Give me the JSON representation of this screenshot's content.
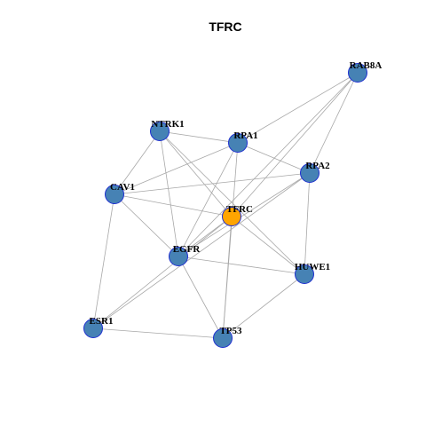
{
  "title": "TFRC",
  "colors": {
    "node_fill": "#4682b4",
    "hub_fill": "#ffa500",
    "node_stroke": "#1f2fd0",
    "edge": "#a8a8a8"
  },
  "nodes": [
    {
      "id": "TFRC",
      "label": "TFRC",
      "hub": true
    },
    {
      "id": "RAB8A",
      "label": "RAB8A"
    },
    {
      "id": "NTRK1",
      "label": "NTRK1"
    },
    {
      "id": "RPA1",
      "label": "RPA1"
    },
    {
      "id": "RPA2",
      "label": "RPA2"
    },
    {
      "id": "CAV1",
      "label": "CAV1"
    },
    {
      "id": "EGFR",
      "label": "EGFR"
    },
    {
      "id": "HUWE1",
      "label": "HUWE1"
    },
    {
      "id": "ESR1",
      "label": "ESR1"
    },
    {
      "id": "TP53",
      "label": "TP53"
    }
  ],
  "edges": [
    [
      "RAB8A",
      "RPA1"
    ],
    [
      "RAB8A",
      "RPA2"
    ],
    [
      "RAB8A",
      "TFRC"
    ],
    [
      "RAB8A",
      "EGFR"
    ],
    [
      "NTRK1",
      "RPA1"
    ],
    [
      "NTRK1",
      "CAV1"
    ],
    [
      "NTRK1",
      "TFRC"
    ],
    [
      "NTRK1",
      "EGFR"
    ],
    [
      "NTRK1",
      "HUWE1"
    ],
    [
      "RPA1",
      "CAV1"
    ],
    [
      "RPA1",
      "RPA2"
    ],
    [
      "RPA1",
      "EGFR"
    ],
    [
      "RPA1",
      "TP53"
    ],
    [
      "RPA2",
      "CAV1"
    ],
    [
      "RPA2",
      "EGFR"
    ],
    [
      "RPA2",
      "HUWE1"
    ],
    [
      "RPA2",
      "ESR1"
    ],
    [
      "CAV1",
      "TFRC"
    ],
    [
      "CAV1",
      "EGFR"
    ],
    [
      "CAV1",
      "ESR1"
    ],
    [
      "TFRC",
      "EGFR"
    ],
    [
      "TFRC",
      "TP53"
    ],
    [
      "TFRC",
      "HUWE1"
    ],
    [
      "TFRC",
      "ESR1"
    ],
    [
      "EGFR",
      "HUWE1"
    ],
    [
      "EGFR",
      "TP53"
    ],
    [
      "ESR1",
      "TP53"
    ],
    [
      "HUWE1",
      "TP53"
    ]
  ]
}
